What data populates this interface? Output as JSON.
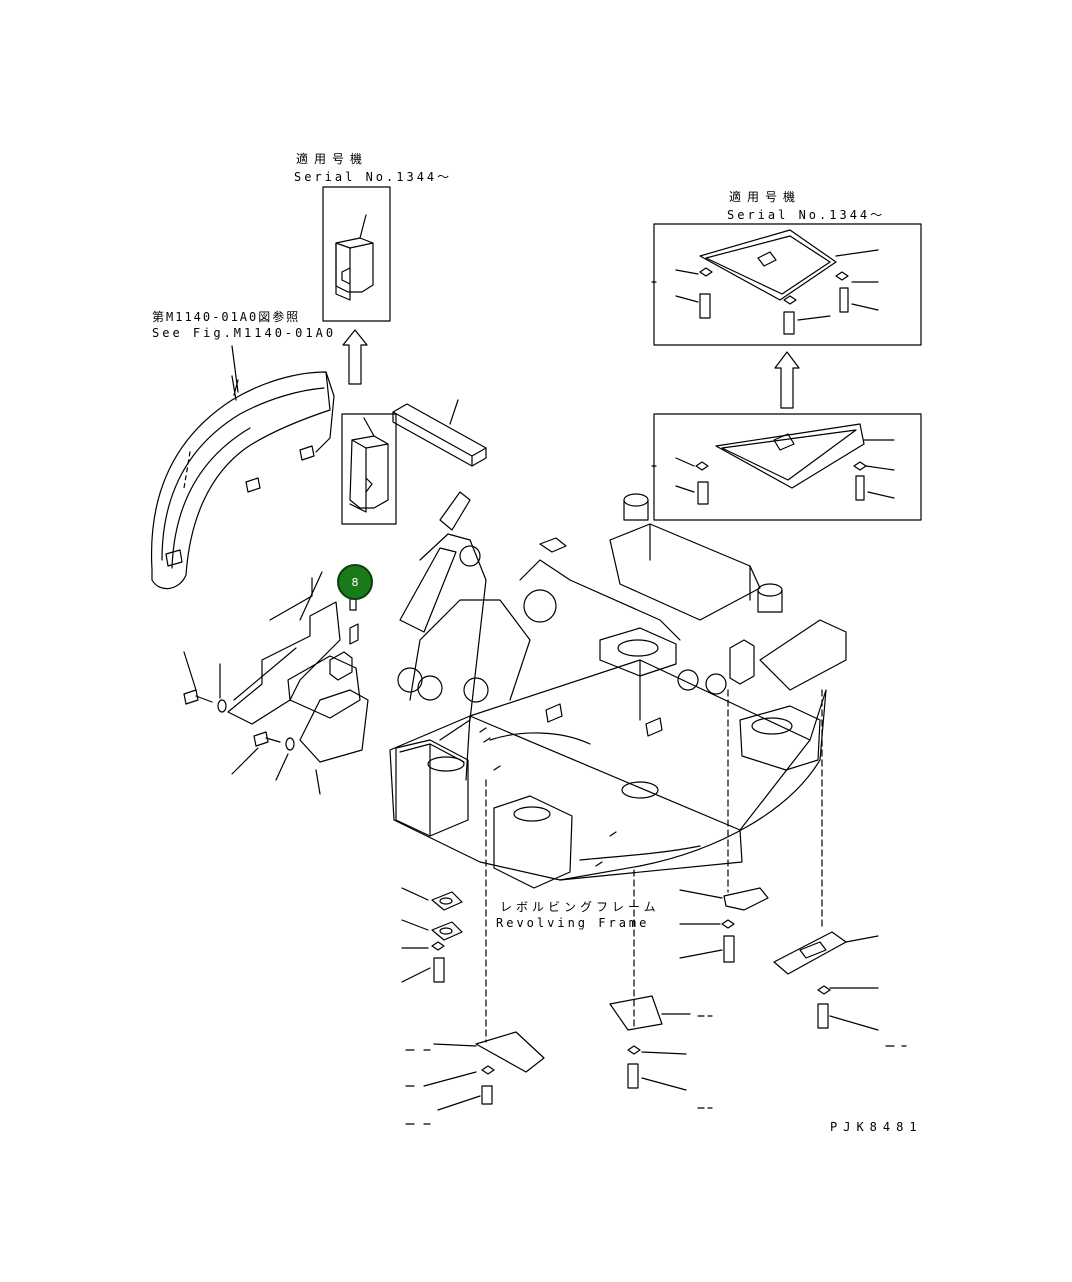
{
  "labels": {
    "serial_a_jp": "適用号機",
    "serial_a_en": "Serial No.1344～",
    "serial_b_jp": "適用号機",
    "serial_b_en": "Serial No.1344～",
    "ref_jp": "第M1140-01A0図参照",
    "ref_en": "See Fig.M1140-01A0",
    "frame_jp": "レボルビングフレーム",
    "frame_en": "Revolving Frame",
    "drawing_no": "PJK8481"
  },
  "callout": {
    "number": "8",
    "color": "#1a7a1a"
  }
}
